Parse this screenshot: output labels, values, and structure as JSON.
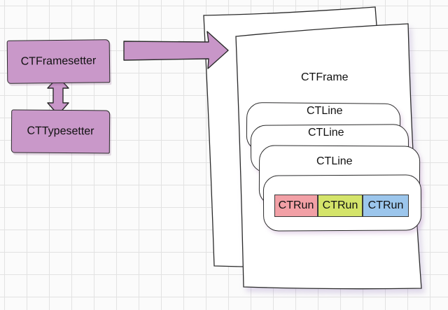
{
  "nodes": {
    "framesetter": "CTFramesetter",
    "typesetter": "CTTypesetter",
    "frame": "CTFrame",
    "lines": [
      "CTLine",
      "CTLine",
      "CTLine"
    ],
    "runs": [
      {
        "label": "CTRun",
        "color": "#f2a0a6"
      },
      {
        "label": "CTRun",
        "color": "#d4e46a"
      },
      {
        "label": "CTRun",
        "color": "#9cc6ec"
      }
    ]
  },
  "colors": {
    "box_fill": "#c998c9",
    "arrow_fill": "#c896c8",
    "outline": "#2b2b2b"
  }
}
